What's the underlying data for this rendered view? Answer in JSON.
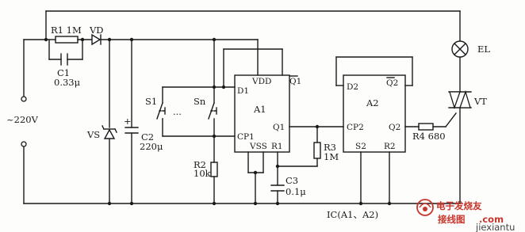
{
  "labels": {
    "r1": "R1 1M",
    "vd": "VD",
    "c1": "C1",
    "c1_val": "0.33μ",
    "supply": "~220V",
    "vs": "VS",
    "c2": "C2",
    "c2_val": "220μ",
    "s1": "S1",
    "dots": "···",
    "sn": "Sn",
    "r2": "R2",
    "r2_val": "10k",
    "vdd": "VDD",
    "d1": "D1",
    "q1bar": "Q1",
    "a1": "A1",
    "q1": "Q1",
    "cp1": "CP1",
    "vss": "VSS",
    "r1_pin": "R1",
    "r3": "R3",
    "r3_val": "1M",
    "c3": "C3",
    "c3_val": "0.1μ",
    "d2": "D2",
    "q2bar": "Q2",
    "a2": "A2",
    "cp2": "CP2",
    "q2": "Q2",
    "s2": "S2",
    "r2_pin": "R2",
    "r4": "R4 680",
    "el": "EL",
    "vt": "VT",
    "ic": "IC(A1、A2)",
    "plus": "+"
  },
  "watermark": {
    "logo_text": "电子发烧友",
    "site_text": "接线图",
    "domain": ".com",
    "url": "jiexiantu"
  },
  "colors": {
    "ink": "#1a1a1a",
    "watermark": "#c8352c"
  }
}
